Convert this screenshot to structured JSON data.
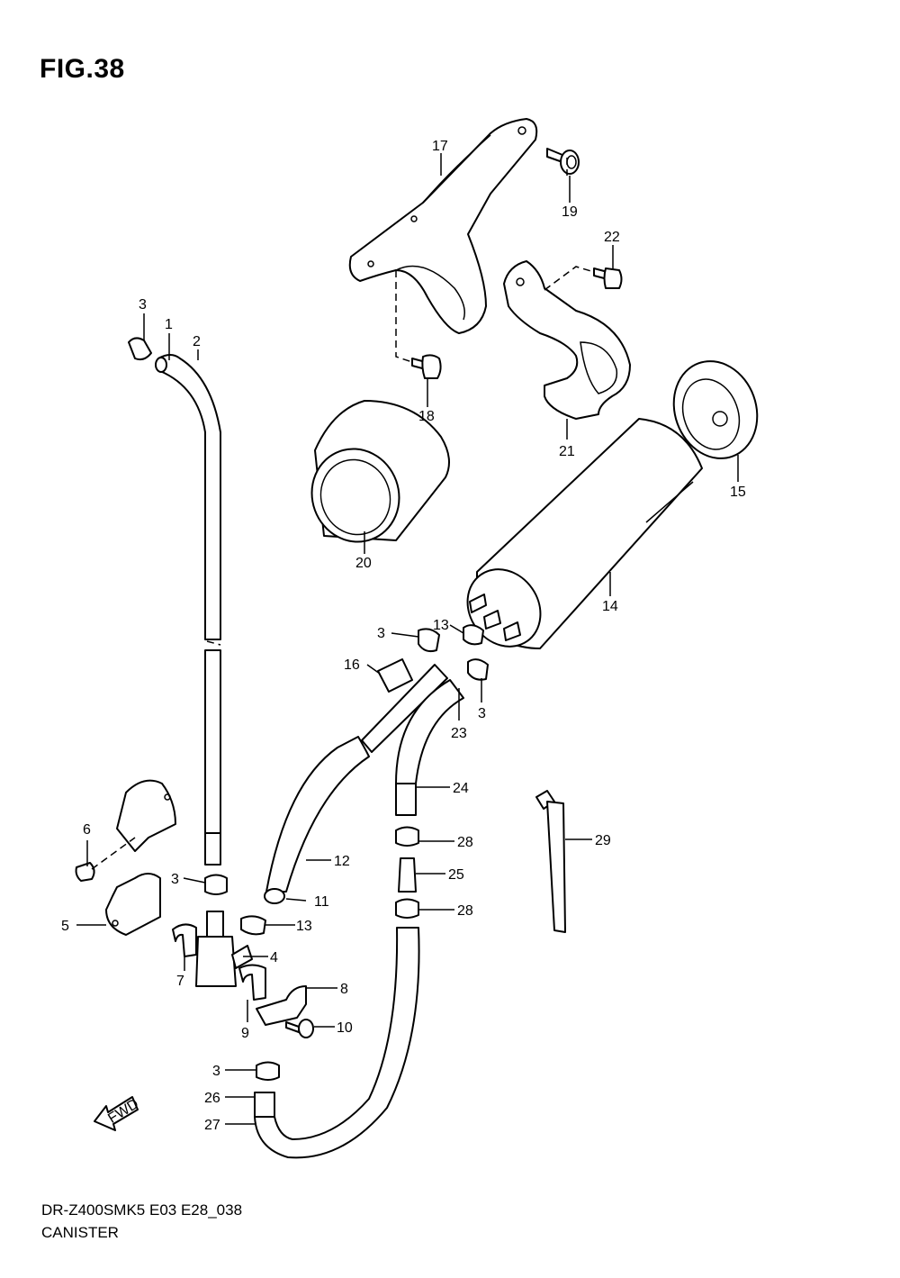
{
  "figure": {
    "title": "FIG.38"
  },
  "footer": {
    "model": "DR-Z400SMK5 E03 E28_038",
    "name": "CANISTER"
  },
  "fwd_label": "FWD",
  "callouts": [
    "1",
    "2",
    "3",
    "3",
    "3",
    "3",
    "3",
    "4",
    "5",
    "6",
    "7",
    "8",
    "9",
    "10",
    "11",
    "12",
    "13",
    "13",
    "14",
    "15",
    "16",
    "17",
    "18",
    "19",
    "20",
    "21",
    "22",
    "23",
    "24",
    "25",
    "26",
    "27",
    "28",
    "28",
    "29"
  ]
}
